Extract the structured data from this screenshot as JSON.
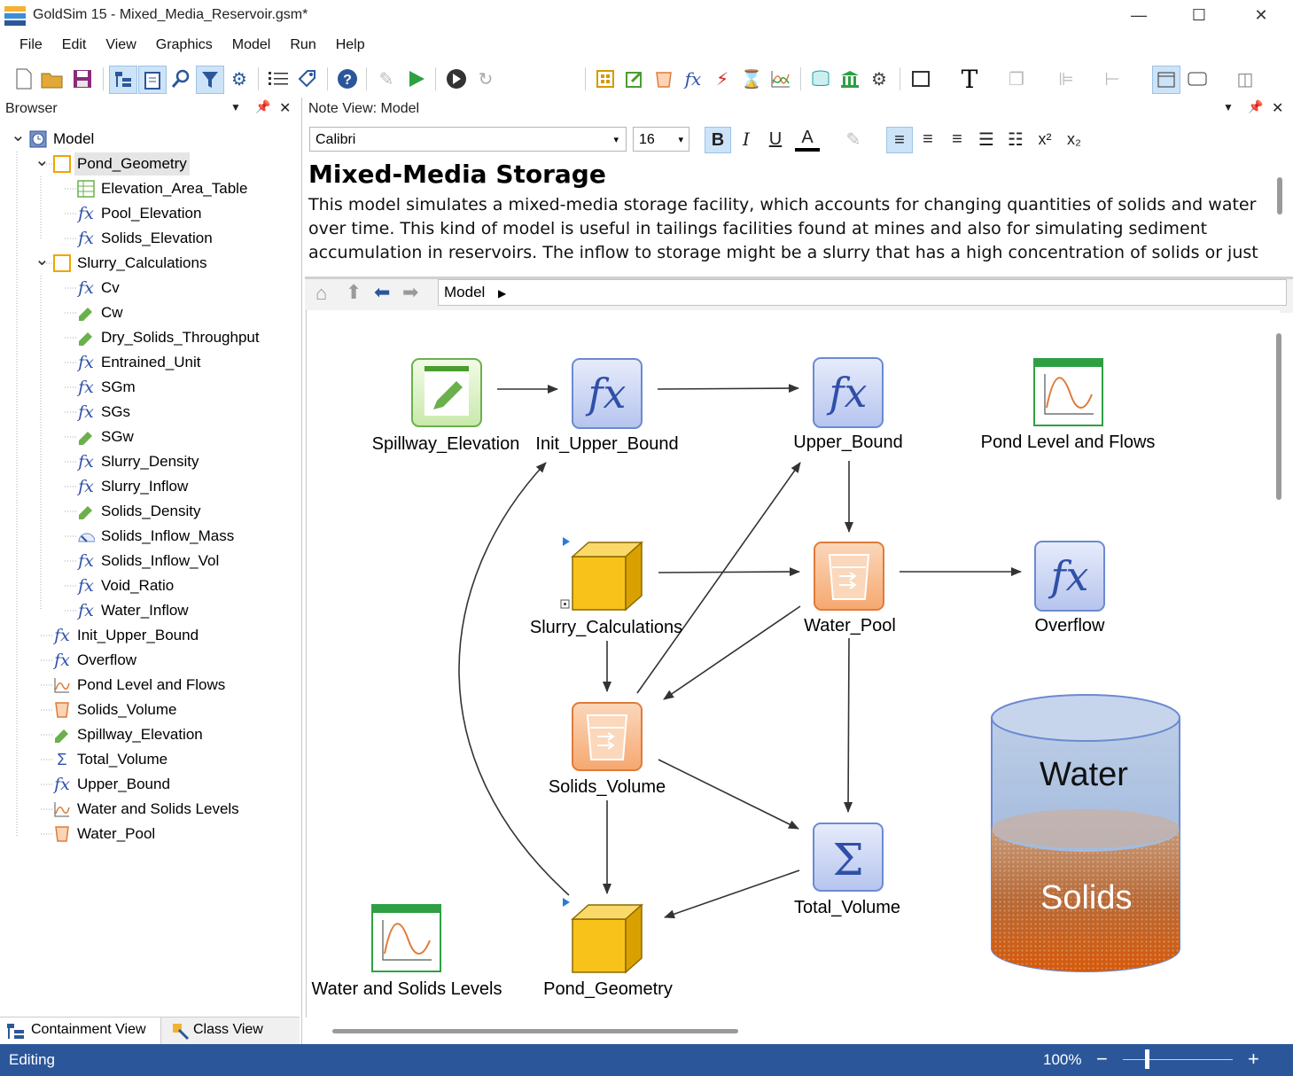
{
  "window": {
    "title": "GoldSim 15  -  Mixed_Media_Reservoir.gsm*",
    "minimize_glyph": "—",
    "maximize_glyph": "☐",
    "close_glyph": "✕"
  },
  "menu": [
    "File",
    "Edit",
    "View",
    "Graphics",
    "Model",
    "Run",
    "Help"
  ],
  "browser": {
    "header": "Browser",
    "tree": [
      {
        "label": "Model",
        "icon": "model-icon",
        "level": 0,
        "expanded": true
      },
      {
        "label": "Pond_Geometry",
        "icon": "container-icon",
        "level": 1,
        "expanded": true,
        "selected": true
      },
      {
        "label": "Elevation_Area_Table",
        "icon": "table-icon",
        "level": 2
      },
      {
        "label": "Pool_Elevation",
        "icon": "expression-icon",
        "level": 2
      },
      {
        "label": "Solids_Elevation",
        "icon": "expression-icon",
        "level": 2
      },
      {
        "label": "Slurry_Calculations",
        "icon": "container-icon",
        "level": 1,
        "expanded": true
      },
      {
        "label": "Cv",
        "icon": "expression-icon",
        "level": 2
      },
      {
        "label": "Cw",
        "icon": "data-icon",
        "level": 2
      },
      {
        "label": "Dry_Solids_Throughput",
        "icon": "data-icon",
        "level": 2
      },
      {
        "label": "Entrained_Unit",
        "icon": "expression-icon",
        "level": 2
      },
      {
        "label": "SGm",
        "icon": "expression-icon",
        "level": 2
      },
      {
        "label": "SGs",
        "icon": "expression-icon",
        "level": 2
      },
      {
        "label": "SGw",
        "icon": "data-icon",
        "level": 2
      },
      {
        "label": "Slurry_Density",
        "icon": "expression-icon",
        "level": 2
      },
      {
        "label": "Slurry_Inflow",
        "icon": "expression-icon",
        "level": 2
      },
      {
        "label": "Solids_Density",
        "icon": "data-icon",
        "level": 2
      },
      {
        "label": "Solids_Inflow_Mass",
        "icon": "gauge-icon",
        "level": 2
      },
      {
        "label": "Solids_Inflow_Vol",
        "icon": "expression-icon",
        "level": 2
      },
      {
        "label": "Void_Ratio",
        "icon": "expression-icon",
        "level": 2
      },
      {
        "label": "Water_Inflow",
        "icon": "expression-icon",
        "level": 2
      },
      {
        "label": "Init_Upper_Bound",
        "icon": "expression-icon",
        "level": 1
      },
      {
        "label": "Overflow",
        "icon": "expression-icon",
        "level": 1
      },
      {
        "label": "Pond Level and Flows",
        "icon": "chart-icon",
        "level": 1
      },
      {
        "label": "Solids_Volume",
        "icon": "pool-icon",
        "level": 1
      },
      {
        "label": "Spillway_Elevation",
        "icon": "data-icon",
        "level": 1
      },
      {
        "label": "Total_Volume",
        "icon": "sum-icon",
        "level": 1
      },
      {
        "label": "Upper_Bound",
        "icon": "expression-icon",
        "level": 1
      },
      {
        "label": "Water and Solids Levels",
        "icon": "chart-icon",
        "level": 1
      },
      {
        "label": "Water_Pool",
        "icon": "pool-icon",
        "level": 1
      }
    ],
    "tabs": [
      "Containment View",
      "Class View"
    ]
  },
  "note_view": {
    "header": "Note View: Model",
    "font_name": "Calibri",
    "font_size": "16",
    "title": "Mixed-Media Storage",
    "body": "This model simulates a mixed-media storage facility, which accounts for changing quantities of solids and water over time. This kind of model is useful in tailings facilities found at mines and also for simulating sediment accumulation in reservoirs.  The inflow to storage might be a slurry that has a high concentration of solids or just natural inflows with"
  },
  "nav": {
    "breadcrumb": "Model"
  },
  "canvas": {
    "nodes": [
      {
        "id": "spillway",
        "label": "Spillway_Elevation",
        "type": "data"
      },
      {
        "id": "init_upper",
        "label": "Init_Upper_Bound",
        "type": "expression"
      },
      {
        "id": "upper",
        "label": "Upper_Bound",
        "type": "expression"
      },
      {
        "id": "pondchart",
        "label": "Pond Level and Flows",
        "type": "chart"
      },
      {
        "id": "slurry",
        "label": "Slurry_Calculations",
        "type": "container"
      },
      {
        "id": "waterpool",
        "label": "Water_Pool",
        "type": "pool"
      },
      {
        "id": "overflow",
        "label": "Overflow",
        "type": "expression"
      },
      {
        "id": "solidsvol",
        "label": "Solids_Volume",
        "type": "pool"
      },
      {
        "id": "totalvol",
        "label": "Total_Volume",
        "type": "sum"
      },
      {
        "id": "wschart",
        "label": "Water and Solids Levels",
        "type": "chart"
      },
      {
        "id": "pondgeo",
        "label": "Pond_Geometry",
        "type": "container"
      }
    ],
    "cylinder": {
      "top_label": "Water",
      "bottom_label": "Solids"
    }
  },
  "status": {
    "mode": "Editing",
    "zoom": "100%",
    "zoom_level": 0.2
  }
}
